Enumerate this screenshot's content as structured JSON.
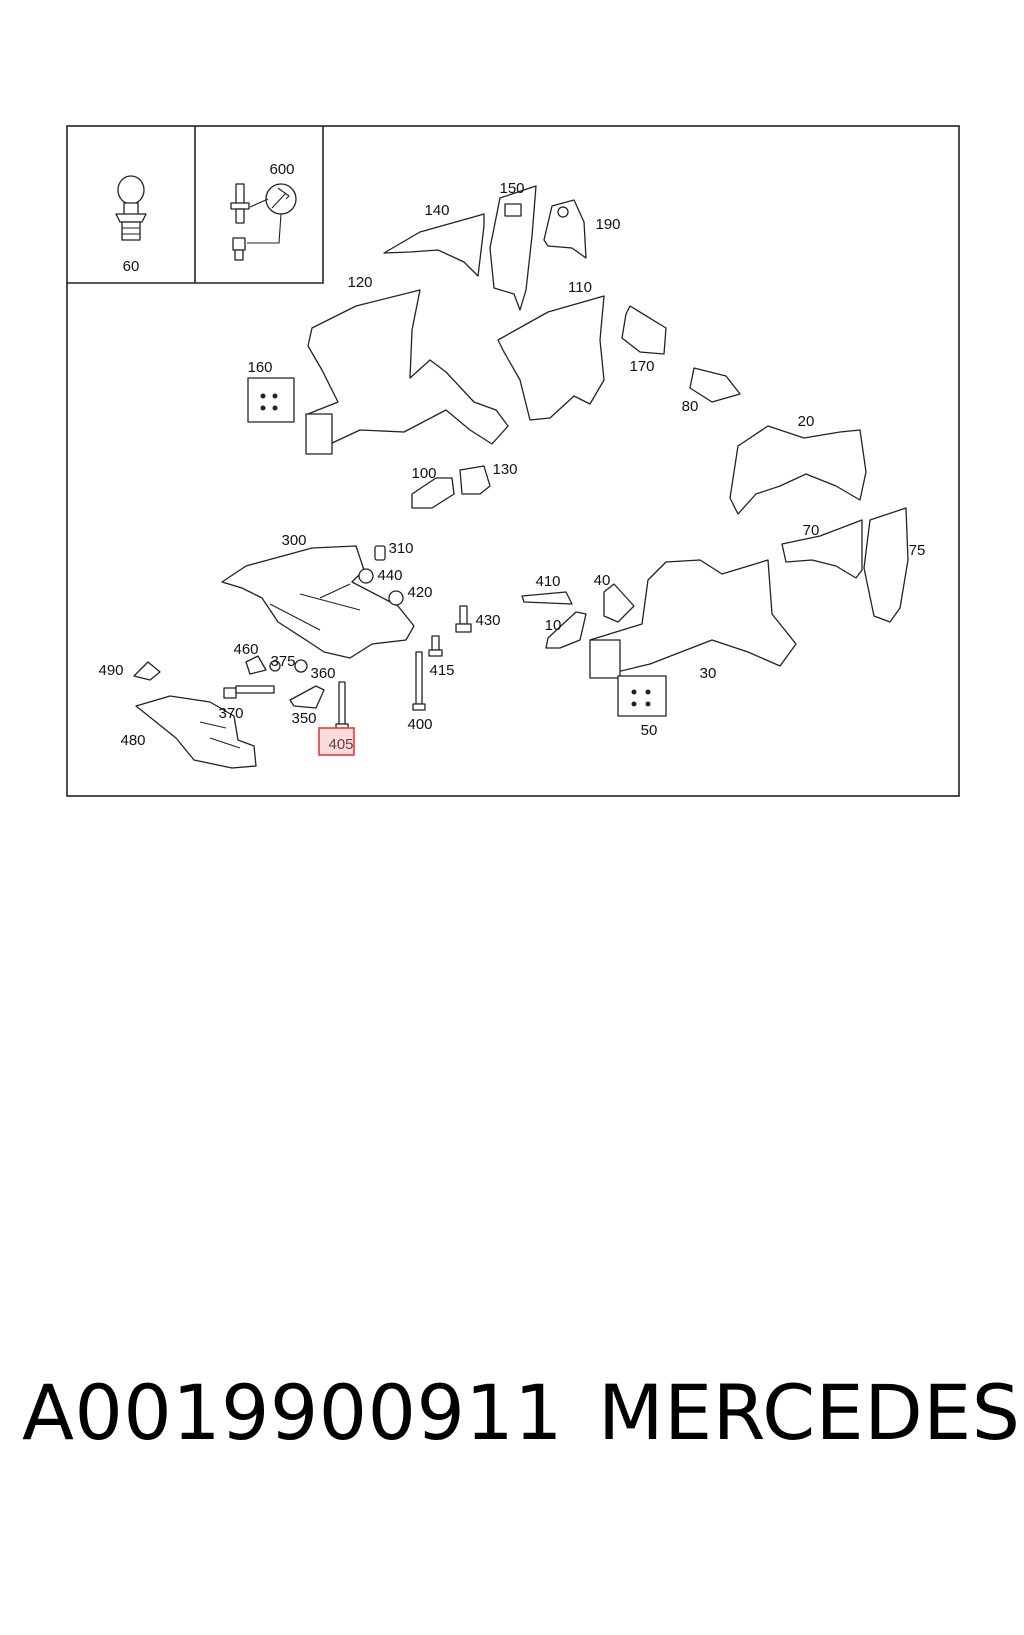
{
  "diagram": {
    "labels": [
      "60",
      "600",
      "140",
      "150",
      "190",
      "120",
      "110",
      "170",
      "160",
      "80",
      "20",
      "100",
      "130",
      "70",
      "75",
      "300",
      "310",
      "440",
      "420",
      "410",
      "40",
      "430",
      "10",
      "30",
      "460",
      "375",
      "360",
      "415",
      "490",
      "370",
      "350",
      "400",
      "50",
      "480",
      "405"
    ],
    "highlighted": "405",
    "highlight_color": "#e83a3a"
  },
  "caption": {
    "part_number": "A0019900911",
    "brand": "MERCEDES"
  }
}
